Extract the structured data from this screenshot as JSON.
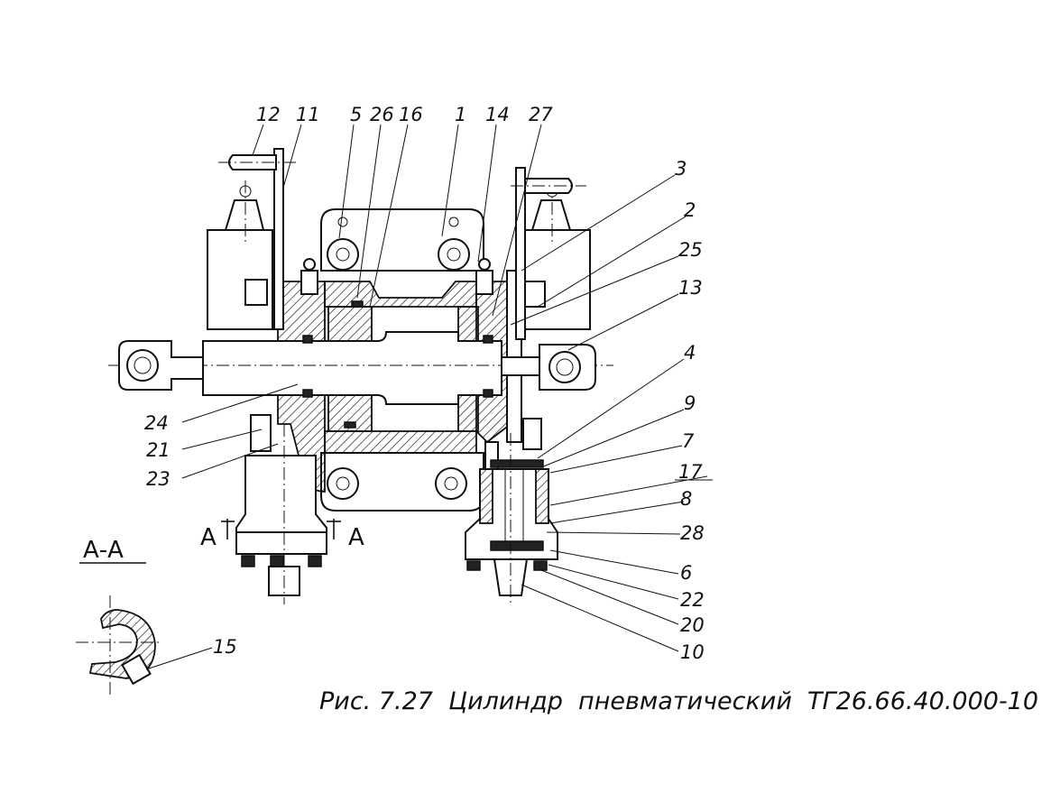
{
  "labels": [
    {
      "id": "12",
      "text": "12"
    },
    {
      "id": "11",
      "text": "11"
    },
    {
      "id": "5",
      "text": "5"
    },
    {
      "id": "26",
      "text": "26"
    },
    {
      "id": "16",
      "text": "16"
    },
    {
      "id": "1",
      "text": "1"
    },
    {
      "id": "14",
      "text": "14"
    },
    {
      "id": "27",
      "text": "27"
    },
    {
      "id": "3",
      "text": "3"
    },
    {
      "id": "2",
      "text": "2"
    },
    {
      "id": "25",
      "text": "25"
    },
    {
      "id": "13",
      "text": "13"
    },
    {
      "id": "4",
      "text": "4"
    },
    {
      "id": "9",
      "text": "9"
    },
    {
      "id": "7",
      "text": "7"
    },
    {
      "id": "17",
      "text": "17"
    },
    {
      "id": "8",
      "text": "8"
    },
    {
      "id": "28",
      "text": "28"
    },
    {
      "id": "6",
      "text": "6"
    },
    {
      "id": "22",
      "text": "22"
    },
    {
      "id": "20",
      "text": "20"
    },
    {
      "id": "10",
      "text": "10"
    },
    {
      "id": "24",
      "text": "24"
    },
    {
      "id": "21",
      "text": "21"
    },
    {
      "id": "23",
      "text": "23"
    },
    {
      "id": "15",
      "text": "15"
    }
  ],
  "section": {
    "title": "А-А",
    "mark_left": "А",
    "mark_right": "А"
  },
  "caption": "Рис. 7.27  Цилиндр  пневматический  ТГ26.66.40.000-10"
}
